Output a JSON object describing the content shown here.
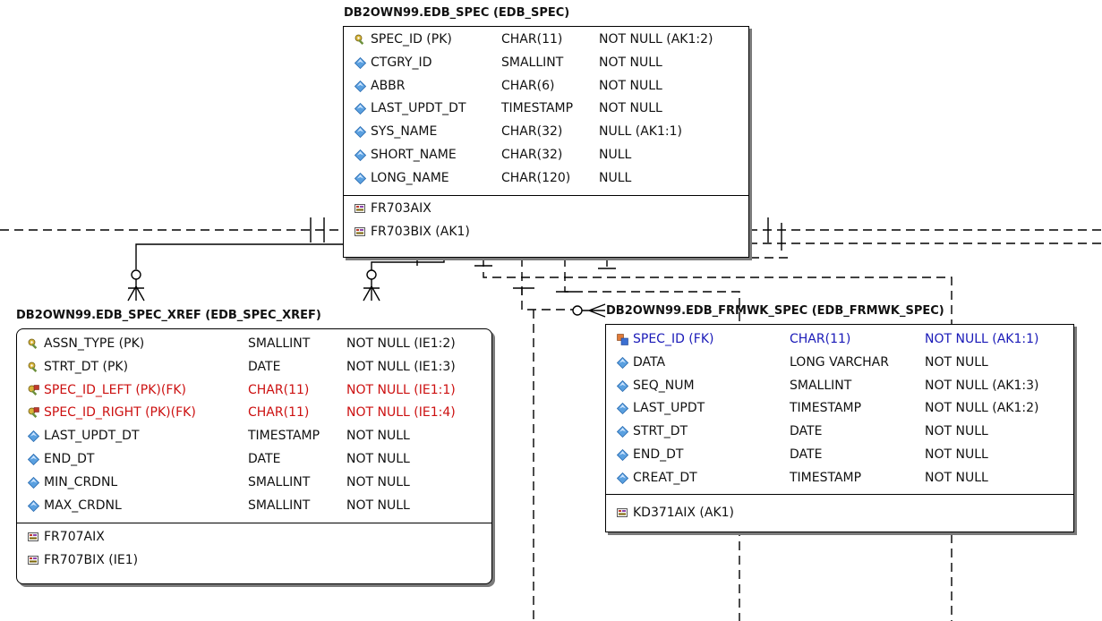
{
  "entities": {
    "spec": {
      "title": "DB2OWN99.EDB_SPEC (EDB_SPEC)",
      "columns": [
        {
          "name": "SPEC_ID (PK)",
          "type": "CHAR(11)",
          "constraint": "NOT NULL (AK1:2)",
          "icon": "primary-key-icon",
          "color": "#111111"
        },
        {
          "name": "CTGRY_ID",
          "type": "SMALLINT",
          "constraint": "NOT NULL",
          "icon": "column-diamond-icon",
          "color": "#111111"
        },
        {
          "name": "ABBR",
          "type": "CHAR(6)",
          "constraint": "NOT NULL",
          "icon": "column-diamond-icon",
          "color": "#111111"
        },
        {
          "name": "LAST_UPDT_DT",
          "type": "TIMESTAMP",
          "constraint": "NOT NULL",
          "icon": "column-diamond-icon",
          "color": "#111111"
        },
        {
          "name": "SYS_NAME",
          "type": "CHAR(32)",
          "constraint": "NULL (AK1:1)",
          "icon": "column-diamond-icon",
          "color": "#111111"
        },
        {
          "name": "SHORT_NAME",
          "type": "CHAR(32)",
          "constraint": "NULL",
          "icon": "column-diamond-icon",
          "color": "#111111"
        },
        {
          "name": "LONG_NAME",
          "type": "CHAR(120)",
          "constraint": "NULL",
          "icon": "column-diamond-icon",
          "color": "#111111"
        }
      ],
      "indexes": [
        {
          "name": "FR703AIX",
          "icon": "index-icon"
        },
        {
          "name": "FR703BIX (AK1)",
          "icon": "index-icon"
        }
      ]
    },
    "xref": {
      "title": "DB2OWN99.EDB_SPEC_XREF (EDB_SPEC_XREF)",
      "columns": [
        {
          "name": "ASSN_TYPE (PK)",
          "type": "SMALLINT",
          "constraint": "NOT NULL (IE1:2)",
          "icon": "primary-key-icon",
          "color": "#111111"
        },
        {
          "name": "STRT_DT (PK)",
          "type": "DATE",
          "constraint": "NOT NULL (IE1:3)",
          "icon": "primary-key-icon",
          "color": "#111111"
        },
        {
          "name": "SPEC_ID_LEFT (PK)(FK)",
          "type": "CHAR(11)",
          "constraint": "NOT NULL (IE1:1)",
          "icon": "primary-foreign-key-icon",
          "color": "#cc1010"
        },
        {
          "name": "SPEC_ID_RIGHT (PK)(FK)",
          "type": "CHAR(11)",
          "constraint": "NOT NULL (IE1:4)",
          "icon": "primary-foreign-key-icon",
          "color": "#cc1010"
        },
        {
          "name": "LAST_UPDT_DT",
          "type": "TIMESTAMP",
          "constraint": "NOT NULL",
          "icon": "column-diamond-icon",
          "color": "#111111"
        },
        {
          "name": "END_DT",
          "type": "DATE",
          "constraint": "NOT NULL",
          "icon": "column-diamond-icon",
          "color": "#111111"
        },
        {
          "name": "MIN_CRDNL",
          "type": "SMALLINT",
          "constraint": "NOT NULL",
          "icon": "column-diamond-icon",
          "color": "#111111"
        },
        {
          "name": "MAX_CRDNL",
          "type": "SMALLINT",
          "constraint": "NOT NULL",
          "icon": "column-diamond-icon",
          "color": "#111111"
        }
      ],
      "indexes": [
        {
          "name": "FR707AIX",
          "icon": "index-icon"
        },
        {
          "name": "FR707BIX (IE1)",
          "icon": "index-icon"
        }
      ]
    },
    "frmwk": {
      "title": "DB2OWN99.EDB_FRMWK_SPEC (EDB_FRMWK_SPEC)",
      "columns": [
        {
          "name": "SPEC_ID (FK)",
          "type": "CHAR(11)",
          "constraint": "NOT NULL (AK1:1)",
          "icon": "foreign-key-icon",
          "color": "#1a1ab8"
        },
        {
          "name": "DATA",
          "type": "LONG VARCHAR",
          "constraint": "NOT NULL",
          "icon": "column-diamond-icon",
          "color": "#111111"
        },
        {
          "name": "SEQ_NUM",
          "type": "SMALLINT",
          "constraint": "NOT NULL (AK1:3)",
          "icon": "column-diamond-icon",
          "color": "#111111"
        },
        {
          "name": "LAST_UPDT",
          "type": "TIMESTAMP",
          "constraint": "NOT NULL (AK1:2)",
          "icon": "column-diamond-icon",
          "color": "#111111"
        },
        {
          "name": "STRT_DT",
          "type": "DATE",
          "constraint": "NOT NULL",
          "icon": "column-diamond-icon",
          "color": "#111111"
        },
        {
          "name": "END_DT",
          "type": "DATE",
          "constraint": "NOT NULL",
          "icon": "column-diamond-icon",
          "color": "#111111"
        },
        {
          "name": "CREAT_DT",
          "type": "TIMESTAMP",
          "constraint": "NOT NULL",
          "icon": "column-diamond-icon",
          "color": "#111111"
        }
      ],
      "indexes": [
        {
          "name": "KD371AIX (AK1)",
          "icon": "index-icon"
        }
      ]
    }
  },
  "colors": {
    "pk_fk_text": "#cc1010",
    "fk_text": "#1a1ab8",
    "line": "#000000",
    "shadow": "#7a7a7a"
  }
}
